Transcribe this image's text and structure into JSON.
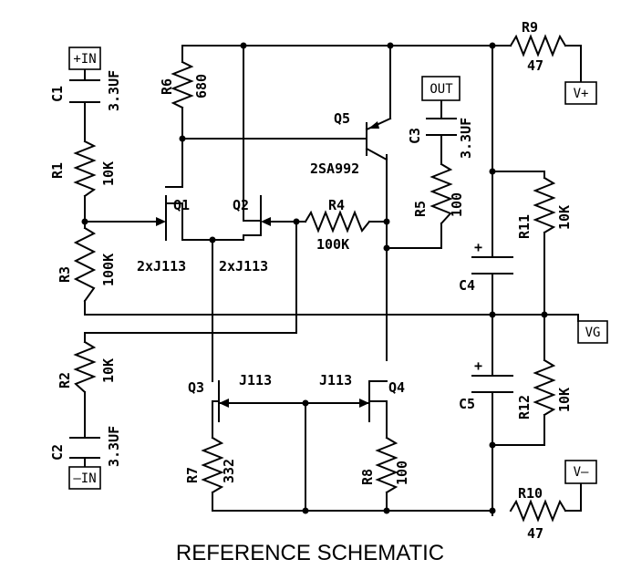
{
  "title": "REFERENCE SCHEMATIC",
  "terminals": {
    "in_pos": "+IN",
    "in_neg": "–IN",
    "out": "OUT",
    "v_pos": "V+",
    "v_neg": "V–",
    "vg": "VG"
  },
  "components": {
    "c1": {
      "ref": "C1",
      "value": "3.3UF"
    },
    "c2": {
      "ref": "C2",
      "value": "3.3UF"
    },
    "c3": {
      "ref": "C3",
      "value": "3.3UF"
    },
    "c4": {
      "ref": "C4"
    },
    "c5": {
      "ref": "C5"
    },
    "r1": {
      "ref": "R1",
      "value": "10K"
    },
    "r2": {
      "ref": "R2",
      "value": "10K"
    },
    "r3": {
      "ref": "R3",
      "value": "100K"
    },
    "r4": {
      "ref": "R4",
      "value": "100K"
    },
    "r5": {
      "ref": "R5",
      "value": "100"
    },
    "r6": {
      "ref": "R6",
      "value": "680"
    },
    "r7": {
      "ref": "R7",
      "value": "332"
    },
    "r8": {
      "ref": "R8",
      "value": "100"
    },
    "r9": {
      "ref": "R9",
      "value": "47"
    },
    "r10": {
      "ref": "R10",
      "value": "47"
    },
    "r11": {
      "ref": "R11",
      "value": "10K"
    },
    "r12": {
      "ref": "R12",
      "value": "10K"
    },
    "q1": {
      "ref": "Q1",
      "part": "2xJ113"
    },
    "q2": {
      "ref": "Q2",
      "part": "2xJ113"
    },
    "q3": {
      "ref": "Q3",
      "part": "J113"
    },
    "q4": {
      "ref": "Q4",
      "part": "J113"
    },
    "q5": {
      "ref": "Q5",
      "part": "2SA992"
    },
    "polarity_mark": "+"
  }
}
